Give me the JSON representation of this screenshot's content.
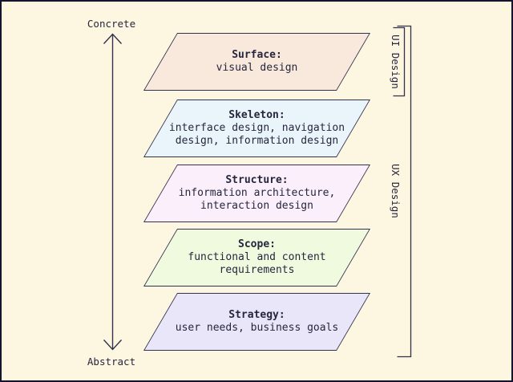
{
  "colors": {
    "background": "#FDF6E1",
    "frame": "#14142A",
    "stroke": "#32324E",
    "text": "#26263D",
    "surface_fill": "#F9E8DC",
    "skeleton_fill": "#EAF4FB",
    "structure_fill": "#FAEFFB",
    "scope_fill": "#F0FADF",
    "strategy_fill": "#E9E6F9"
  },
  "axis": {
    "top_label": "Concrete",
    "bottom_label": "Abstract"
  },
  "layers": [
    {
      "name": "surface",
      "title": "Surface:",
      "subtitle_lines": [
        "visual design"
      ]
    },
    {
      "name": "skeleton",
      "title": "Skeleton:",
      "subtitle_lines": [
        "interface design, navigation",
        "design, information design"
      ]
    },
    {
      "name": "structure",
      "title": "Structure:",
      "subtitle_lines": [
        "information architecture,",
        "interaction design"
      ]
    },
    {
      "name": "scope",
      "title": "Scope:",
      "subtitle_lines": [
        "functional and content",
        "requirements"
      ]
    },
    {
      "name": "strategy",
      "title": "Strategy:",
      "subtitle_lines": [
        "user needs, business goals"
      ]
    }
  ],
  "brackets": {
    "ui_label": "UI Design",
    "ux_label": "UX Design"
  }
}
